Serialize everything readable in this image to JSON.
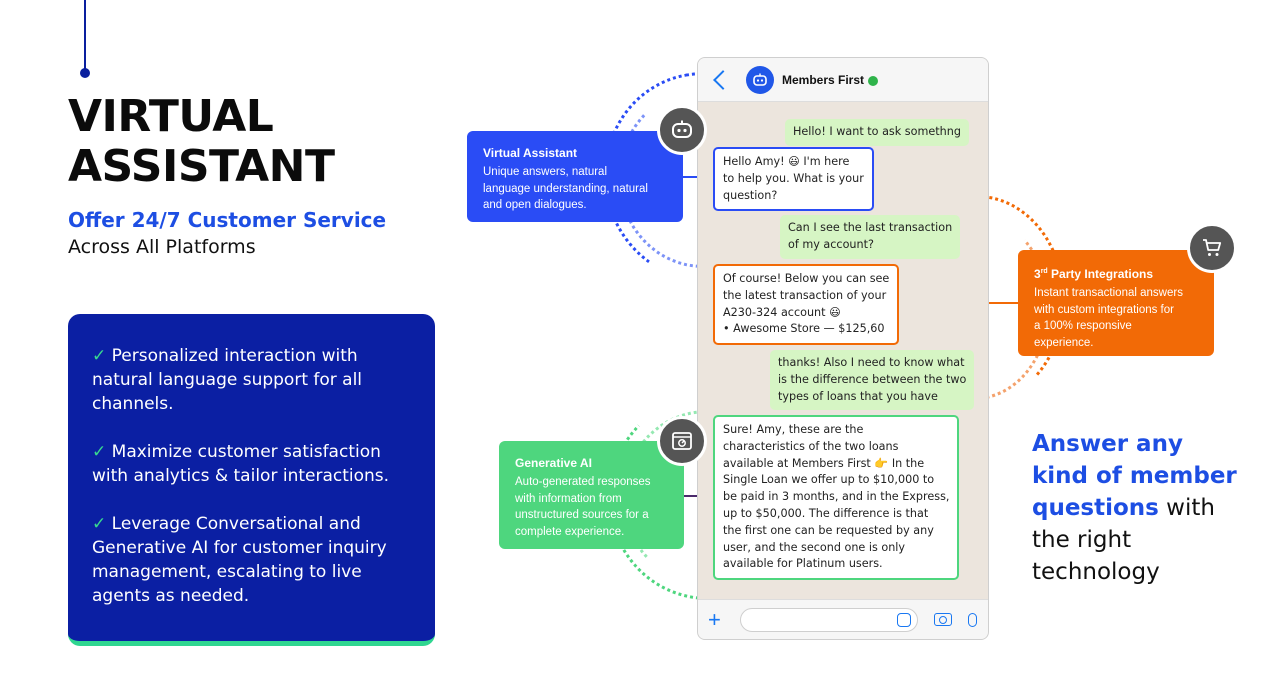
{
  "header": {
    "title_line1": "VIRTUAL",
    "title_line2": "ASSISTANT",
    "subtitle_accent": "Offer 24/7 Customer Service",
    "subtitle_rest": "Across All Platforms"
  },
  "features": [
    {
      "check": "✓",
      "line1": "Personalized interaction with",
      "line2": "natural language support for all",
      "line3": "channels."
    },
    {
      "check": "✓",
      "line1": "Maximize customer satisfaction",
      "line2": "with analytics & tailor interactions.",
      "line3": ""
    },
    {
      "check": "✓",
      "line1": "Leverage Conversational and",
      "line2": "Generative AI for customer inquiry",
      "line3": "management, escalating to live",
      "line4": "agents as needed."
    }
  ],
  "chat": {
    "contact_name": "Members First",
    "messages": [
      {
        "lines": [
          "Hello! I want to ask somethng"
        ]
      },
      {
        "lines": [
          "Hello Amy! 😃 I'm here",
          "to help you. What is your",
          "question?"
        ]
      },
      {
        "lines": [
          "Can I see the last transaction",
          "of my account?"
        ]
      },
      {
        "lines": [
          "Of course! Below you can see",
          "the latest transaction of your",
          "A230-324 account 😃",
          "• Awesome Store — $125,60"
        ]
      },
      {
        "lines": [
          "thanks! Also I need to know what",
          "is the difference between the two",
          "types of loans that you have"
        ]
      },
      {
        "lines": [
          "Sure! Amy, these are the",
          "characteristics of the two loans",
          "available at Members First 👉 In the",
          "Single Loan we offer up to $10,000 to",
          "be paid in 3 months, and in the Express,",
          "up to $50,000. The difference is that",
          "the first one can be requested by any",
          "user, and the second one is only",
          "available for Platinum users."
        ]
      }
    ]
  },
  "callouts": {
    "virtual_assistant": {
      "title": "Virtual Assistant",
      "lines": [
        "Unique answers, natural",
        "language understanding, natural",
        "and open dialogues."
      ],
      "color": "#2a4cf5"
    },
    "third_party": {
      "title_pre": "3",
      "title_sup": "rd",
      "title_post": " Party Integrations",
      "lines": [
        "Instant transactional answers",
        "with custom integrations for",
        "a 100% responsive",
        "experience."
      ],
      "color": "#f26a06"
    },
    "generative_ai": {
      "title": "Generative AI",
      "lines": [
        "Auto-generated responses",
        "with information from",
        "unstructured sources for a",
        "complete experience."
      ],
      "color": "#4ed67e"
    }
  },
  "answer": {
    "accent_line1": "Answer any",
    "accent_line2": "kind of member",
    "accent_line3": "questions",
    "rest_line3": " with",
    "rest_line4": "the right",
    "rest_line5": "technology"
  },
  "colors": {
    "brand_blue": "#0b1fa3",
    "accent_blue": "#1d4ee3",
    "green": "#2fd690",
    "orange": "#f26a06"
  },
  "icons": [
    "back-icon",
    "bot-icon",
    "verified-icon",
    "cart-icon",
    "ai-screen-icon",
    "plus-icon",
    "sticker-icon",
    "camera-icon",
    "mic-icon"
  ]
}
